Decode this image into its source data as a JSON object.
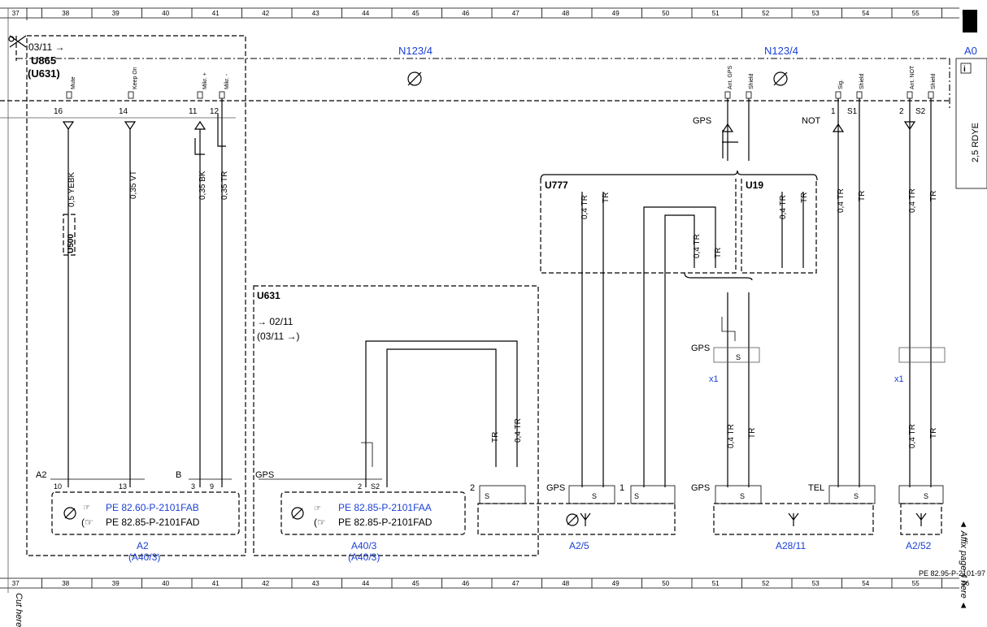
{
  "grid": {
    "columns": [
      "37",
      "38",
      "39",
      "40",
      "41",
      "42",
      "43",
      "44",
      "45",
      "46",
      "47",
      "48",
      "49",
      "50",
      "51",
      "52",
      "53",
      "54",
      "55",
      "56"
    ]
  },
  "header": {
    "date_note": "03/11 →",
    "module_u865": "U865",
    "module_u631_paren": "(U631)",
    "n123_left": "N123/4",
    "n123_right": "N123/4",
    "a0_label": "A0"
  },
  "pins": {
    "mute": {
      "num": "16",
      "name": "Mute"
    },
    "keep_on": {
      "num": "14",
      "name": "Keep On"
    },
    "mikr_plus": {
      "num": "11",
      "name": "Mikr. +"
    },
    "mikr_minus": {
      "num": "12",
      "name": "Mikr. -"
    },
    "ant_gps": {
      "name": "Ant. GPS"
    },
    "shield_gps": {
      "name": "Shield"
    },
    "sig": {
      "num": "1",
      "name": "Sig."
    },
    "shield_sig": {
      "num": "S1",
      "name": "Shield"
    },
    "ant_not": {
      "num": "2",
      "name": "Ant. NOT"
    },
    "shield_not": {
      "num": "S2",
      "name": "Shield"
    }
  },
  "labels": {
    "gps_top": "GPS",
    "not_top": "NOT",
    "u500": "U500",
    "u777": "U777",
    "u19": "U19",
    "u631_box": "U631",
    "u631_date1": "→ 02/11",
    "u631_date2": "(03/11 →)",
    "gps_mid_1": "GPS",
    "x1_1": "x1",
    "x1_2": "x1",
    "gps_mid_2": "GPS",
    "gps_a2_5": "GPS",
    "gps_a28": "GPS",
    "tel_a28": "TEL",
    "pin_1": "1",
    "pin_2": "2",
    "s_letter": "S"
  },
  "wires": {
    "mute": "0,5 YEBK",
    "keep_on": "0,35 VT",
    "mikr_plus": "0,35 BK",
    "mikr_minus": "0,35 TR",
    "tr_04": "0,4 TR",
    "tr": "TR",
    "rdye": "2,5 RDYE"
  },
  "connector_a2": {
    "left": "A2",
    "p10": "10",
    "p13": "13",
    "b": "B",
    "p3": "3",
    "p9": "9"
  },
  "connector_a40": {
    "gps": "GPS",
    "p2": "2",
    "s2": "S2"
  },
  "refs": {
    "a2_ref1": "PE 82.60-P-2101FAB",
    "a2_ref2": "PE 82.85-P-2101FAD",
    "a40_ref1": "PE 82.85-P-2101FAA",
    "a40_ref2": "PE 82.85-P-2101FAD"
  },
  "components": {
    "a2": "A2",
    "a2_sub": "(A40/3)",
    "a40": "A40/3",
    "a40_sub": "(A40/3)",
    "a2_5": "A2/5",
    "a28_11": "A28/11",
    "a2_52": "A2/52"
  },
  "footer": {
    "doc_ref": "PE 82.95-P-2101-97",
    "cut_here": "Cut here",
    "affix": "◄ Affix page 4 here ◄"
  },
  "colors": {
    "blue": "#1a3fd6"
  }
}
